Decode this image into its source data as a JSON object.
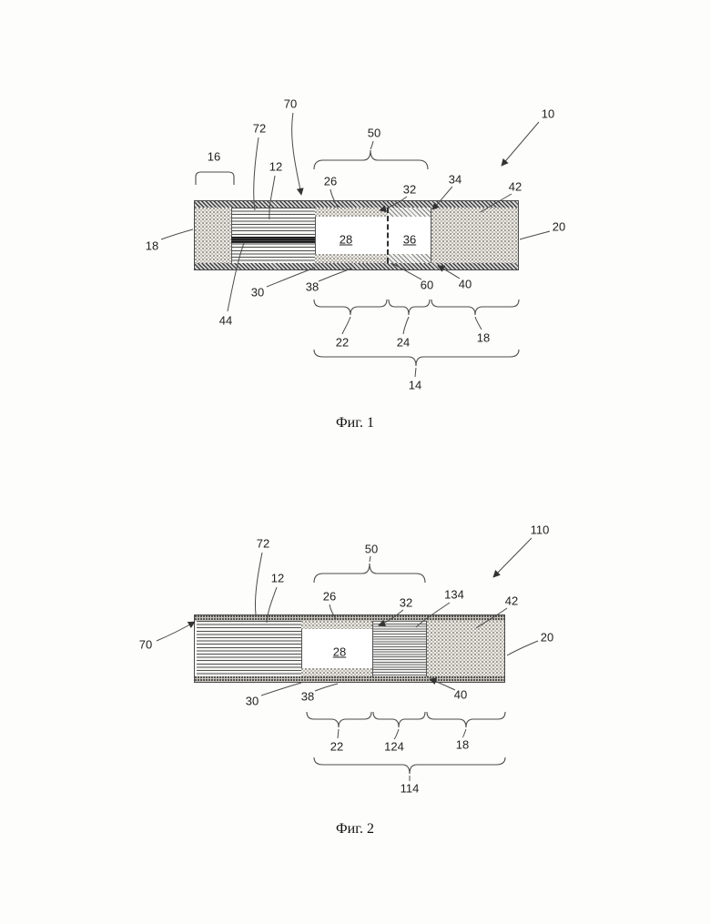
{
  "page": {
    "background": "#fdfdfb",
    "ink": "#333333"
  },
  "fig1": {
    "caption": "Фиг. 1",
    "labels": {
      "n70": "70",
      "n10": "10",
      "n72": "72",
      "n50": "50",
      "n16": "16",
      "n12": "12",
      "n26": "26",
      "n32": "32",
      "n34": "34",
      "n42": "42",
      "n18_left": "18",
      "n20": "20",
      "n28": "28",
      "n36": "36",
      "n30": "30",
      "n38": "38",
      "n60": "60",
      "n40": "40",
      "n44": "44",
      "n22": "22",
      "n24": "24",
      "n18_bottom": "18",
      "n14": "14"
    }
  },
  "fig2": {
    "caption": "Фиг. 2",
    "labels": {
      "n110": "110",
      "n72": "72",
      "n50": "50",
      "n12": "12",
      "n26": "26",
      "n32": "32",
      "n134": "134",
      "n42": "42",
      "n70": "70",
      "n20": "20",
      "n28": "28",
      "n30": "30",
      "n38": "38",
      "n40": "40",
      "n22": "22",
      "n124": "124",
      "n18": "18",
      "n114": "114"
    }
  }
}
